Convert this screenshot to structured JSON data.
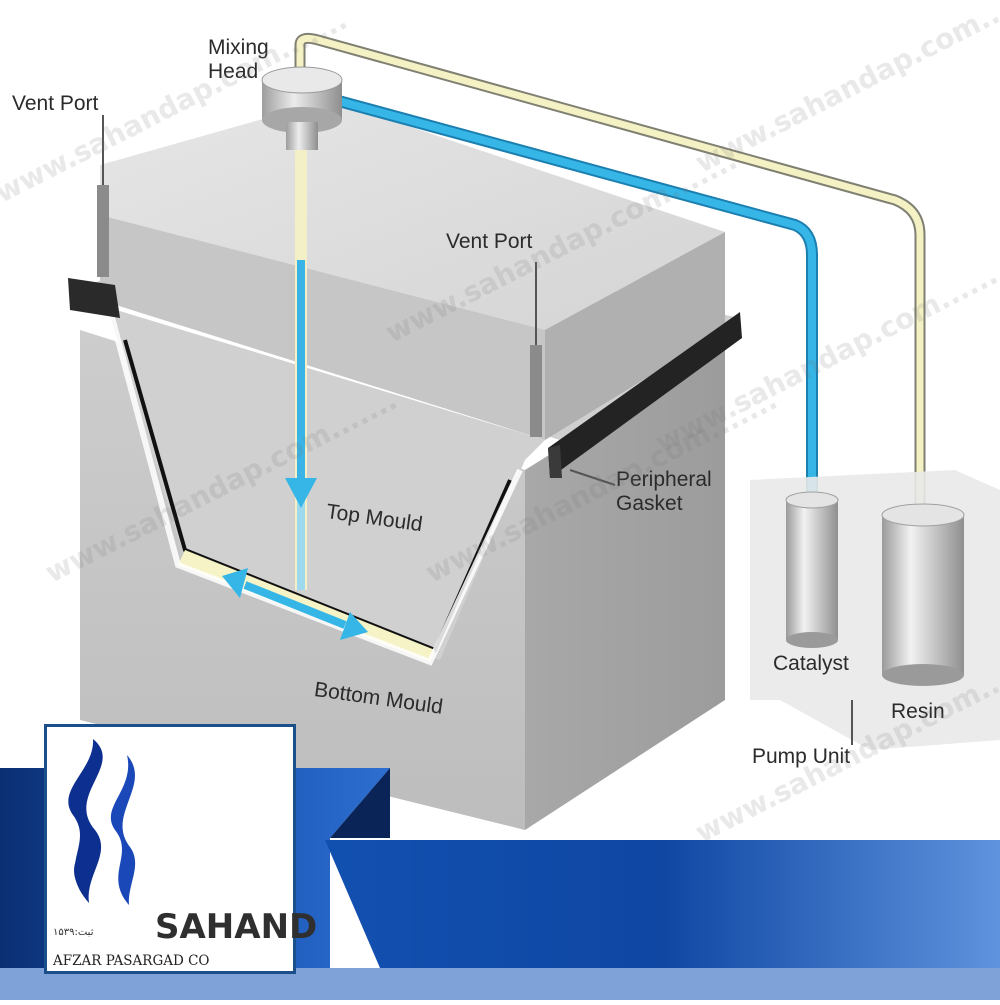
{
  "diagram": {
    "labels": {
      "mixing_head": [
        "Mixing",
        "Head"
      ],
      "vent_port_left": "Vent Port",
      "vent_port_right": "Vent Port",
      "top_mould": "Top Mould",
      "bottom_mould": "Bottom Mould",
      "peripheral_gasket": [
        "Peripheral",
        "Gasket"
      ],
      "catalyst": "Catalyst",
      "resin": "Resin",
      "pump_unit": "Pump Unit"
    },
    "watermark_text": "www.sahandap.com.......",
    "colors": {
      "catalyst_line": "#35b6e6",
      "resin_line": "#f4f1c4",
      "mould_light": "#d9d9d9",
      "mould_dark": "#a9a9a9",
      "gasket": "#2a2a2a",
      "banner_blue": "#0d3a8c"
    }
  },
  "logo": {
    "brand": "SAHAND",
    "subtitle": "AFZAR PASARGAD CO",
    "registration": "ثبت:۱۵۳۹",
    "icon": "flame-logo-icon"
  }
}
